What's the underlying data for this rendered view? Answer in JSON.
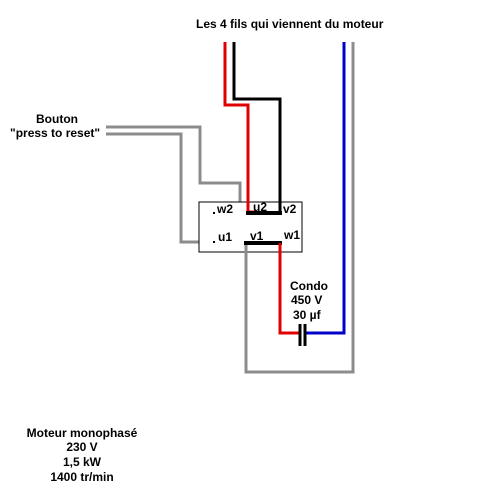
{
  "labels": {
    "motor_wires": "Les 4 fils qui viennent du moteur",
    "button_line1": "Bouton",
    "button_line2": "\"press to reset\"",
    "term_w2": "w2",
    "term_u2": "u2",
    "term_v2": "v2",
    "term_u1": "u1",
    "term_v1": "v1",
    "term_w1": "w1",
    "capacitor_name": "Condo",
    "capacitor_voltage": "450 V",
    "capacitor_capacity": "30 µf",
    "motor_type": "Moteur monophasé",
    "motor_voltage": "230 V",
    "motor_power": "1,5 kW",
    "motor_speed": "1400 tr/min"
  },
  "colors": {
    "red_wire": "#e00000",
    "black_wire": "#000000",
    "blue_wire": "#0000c8",
    "gray_wire": "#8c8c8c",
    "terminal_box": "#000000"
  }
}
